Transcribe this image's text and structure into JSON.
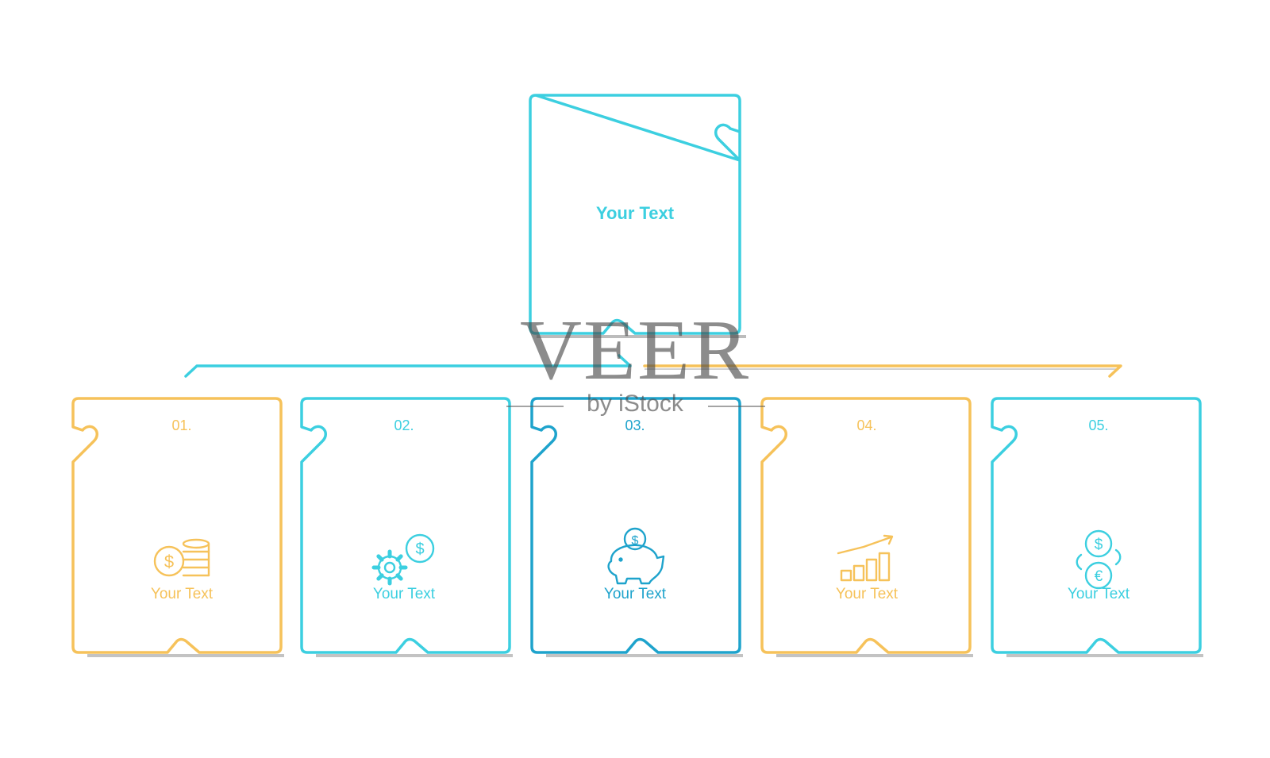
{
  "colors": {
    "teal": "#3ccfe0",
    "deep_teal": "#1ea3cc",
    "amber": "#f6c25a",
    "shadow": "#7a7a7a"
  },
  "root": {
    "label": "Your Text",
    "color": "teal"
  },
  "items": [
    {
      "number": "01.",
      "label": "Your Text",
      "icon": "coins-icon",
      "color": "amber"
    },
    {
      "number": "02.",
      "label": "Your Text",
      "icon": "gear-dollar-icon",
      "color": "teal"
    },
    {
      "number": "03.",
      "label": "Your Text",
      "icon": "piggy-bank-icon",
      "color": "deep_teal"
    },
    {
      "number": "04.",
      "label": "Your Text",
      "icon": "growth-bar-chart-icon",
      "color": "amber"
    },
    {
      "number": "05.",
      "label": "Your Text",
      "icon": "currency-exchange-icon",
      "color": "teal"
    }
  ],
  "watermark": {
    "brand": "VEER",
    "sub": "by iStock"
  }
}
